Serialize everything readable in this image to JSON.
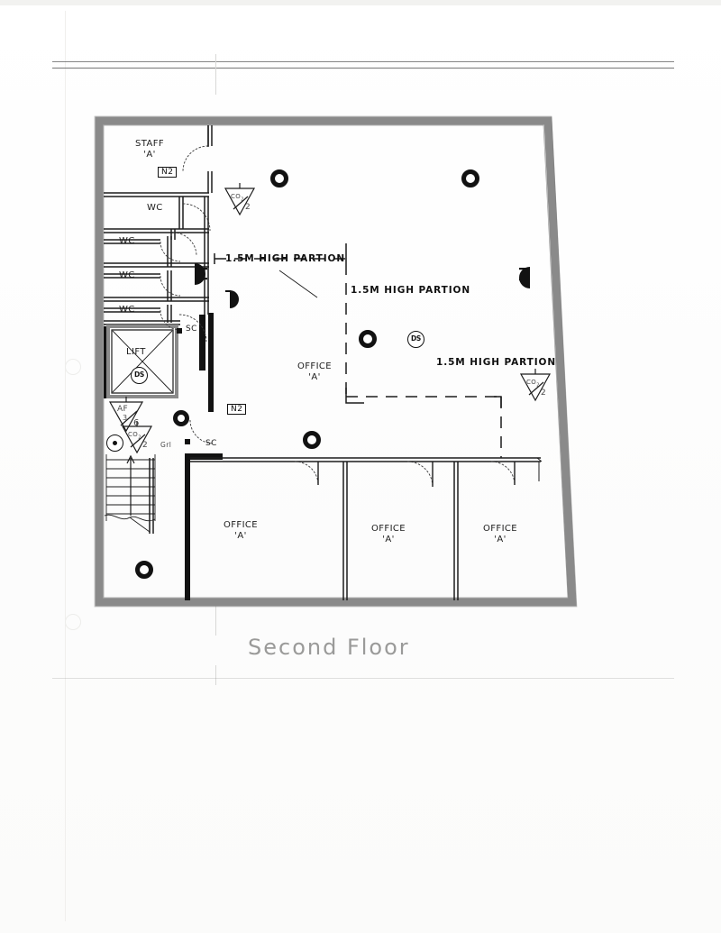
{
  "document": {
    "title": "Second Floor",
    "drawing_type": "architectural-floor-plan",
    "sheet_note": "Second Floor"
  },
  "rooms": [
    {
      "id": "staff-a",
      "name": "STAFF",
      "sub": "'A'"
    },
    {
      "id": "wc-1",
      "name": "WC",
      "sub": ""
    },
    {
      "id": "wc-2",
      "name": "WC",
      "sub": ""
    },
    {
      "id": "wc-3",
      "name": "WC",
      "sub": ""
    },
    {
      "id": "wc-4",
      "name": "WC",
      "sub": ""
    },
    {
      "id": "lift",
      "name": "LIFT",
      "sub": ""
    },
    {
      "id": "office-main",
      "name": "OFFICE",
      "sub": "'A'"
    },
    {
      "id": "office-b1",
      "name": "OFFICE",
      "sub": "'A'"
    },
    {
      "id": "office-b2",
      "name": "OFFICE",
      "sub": "'A'"
    },
    {
      "id": "office-b3",
      "name": "OFFICE",
      "sub": "'A'"
    }
  ],
  "partition_notes": [
    {
      "id": "part-1",
      "text": "1.5M HIGH PARTION"
    },
    {
      "id": "part-2",
      "text": "1.5M HIGH PARTION"
    },
    {
      "id": "part-3",
      "text": "1.5M HIGH PARTION"
    }
  ],
  "annotations": {
    "n2_label": "N2",
    "sc_label": "SC",
    "grille_label": "Grl",
    "ds_label": "DS",
    "af_label": "AF",
    "af_num_top": "3",
    "af_num_side": "6",
    "co2_label": "CO",
    "co2_sub": "2",
    "co2_qty": "2"
  },
  "symbols": {
    "ring": "column-ring-symbol",
    "ds": "duct-smoke-detector",
    "co2": "co2-extinguisher-triangle",
    "af": "foam-extinguisher-triangle",
    "sounder": "sounder-dot-symbol",
    "wc_fitting": "half-disc-sanitary-fitting",
    "stair": "stair-run-up"
  },
  "colors": {
    "wall": "#8a8a8a",
    "wall_dark": "#111111",
    "ink": "#1c1c1c",
    "paper": "#ffffff",
    "title_ink": "#9a9a99",
    "scan_line": "#5f5f5f"
  }
}
